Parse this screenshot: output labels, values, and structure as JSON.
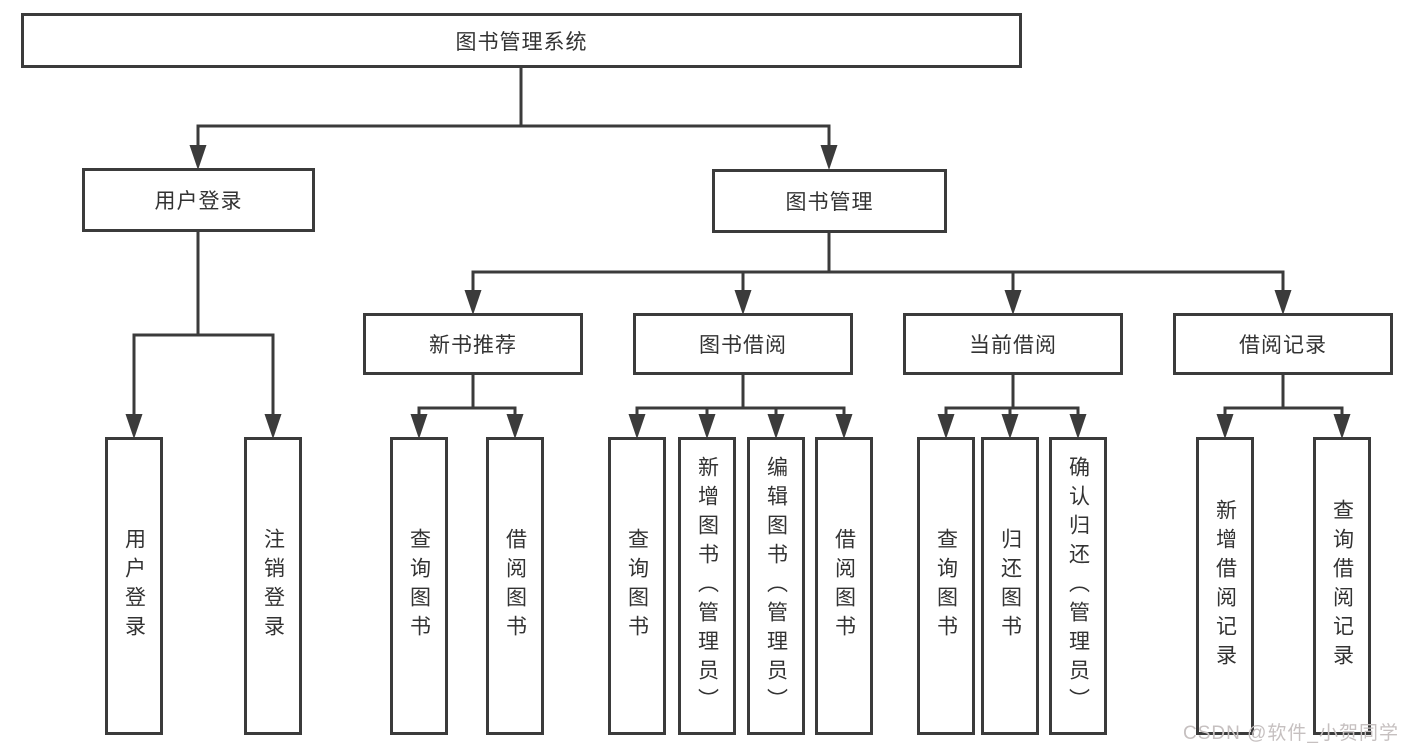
{
  "diagram": {
    "root": {
      "label": "图书管理系统",
      "children": [
        {
          "label": "用户登录",
          "children": [
            {
              "label": "用户登录"
            },
            {
              "label": "注销登录"
            }
          ]
        },
        {
          "label": "图书管理",
          "children": [
            {
              "label": "新书推荐",
              "children": [
                {
                  "label": "查询图书"
                },
                {
                  "label": "借阅图书"
                }
              ]
            },
            {
              "label": "图书借阅",
              "children": [
                {
                  "label": "查询图书"
                },
                {
                  "label": "新增图书（管理员）"
                },
                {
                  "label": "编辑图书（管理员）"
                },
                {
                  "label": "借阅图书"
                }
              ]
            },
            {
              "label": "当前借阅",
              "children": [
                {
                  "label": "查询图书"
                },
                {
                  "label": "归还图书"
                },
                {
                  "label": "确认归还（管理员）"
                }
              ]
            },
            {
              "label": "借阅记录",
              "children": [
                {
                  "label": "新增借阅记录"
                },
                {
                  "label": "查询借阅记录"
                }
              ]
            }
          ]
        }
      ]
    }
  },
  "watermark": {
    "text": "CSDN @软件_小贺同学"
  },
  "colors": {
    "line": "#3b3b3b",
    "text": "#333333",
    "background": "#ffffff",
    "watermark": "#c6c0c0"
  }
}
